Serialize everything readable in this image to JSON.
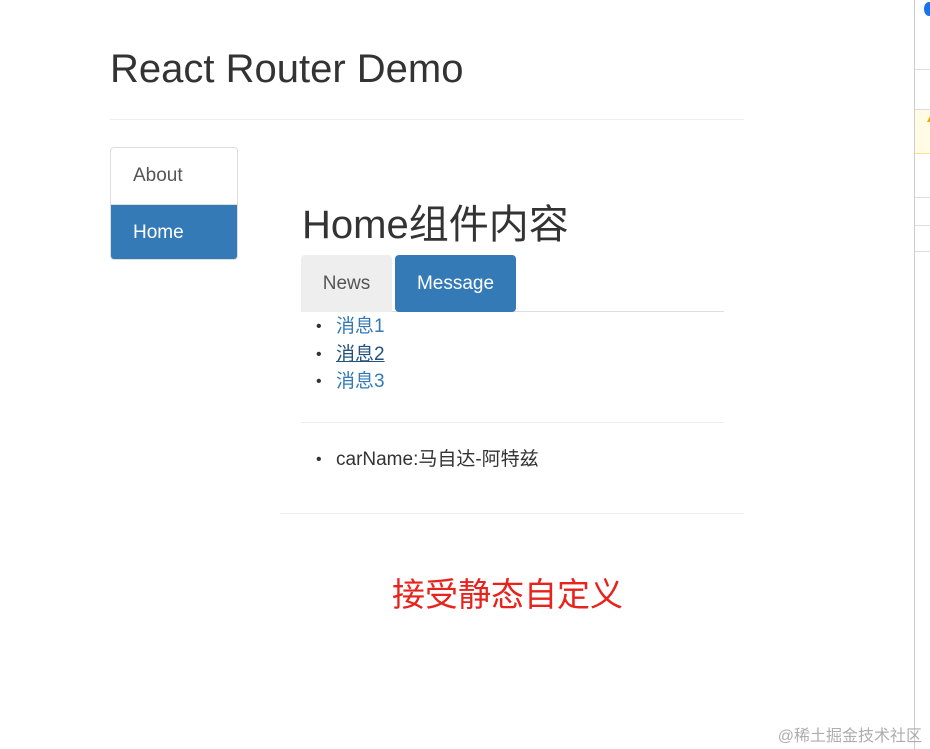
{
  "header": {
    "title": "React Router Demo"
  },
  "nav": {
    "items": [
      {
        "label": "About"
      },
      {
        "label": "Home"
      }
    ]
  },
  "home": {
    "title": "Home组件内容",
    "tabs": [
      {
        "label": "News"
      },
      {
        "label": "Message"
      }
    ],
    "messages": [
      {
        "label": "消息1"
      },
      {
        "label": "消息2"
      },
      {
        "label": "消息3"
      }
    ],
    "detail": {
      "text": "carName:马自达-阿特兹"
    }
  },
  "static_note": "接受静态自定义",
  "watermark": "@稀土掘金技术社区",
  "colors": {
    "accent": "#337ab7",
    "note": "#e6231c"
  }
}
